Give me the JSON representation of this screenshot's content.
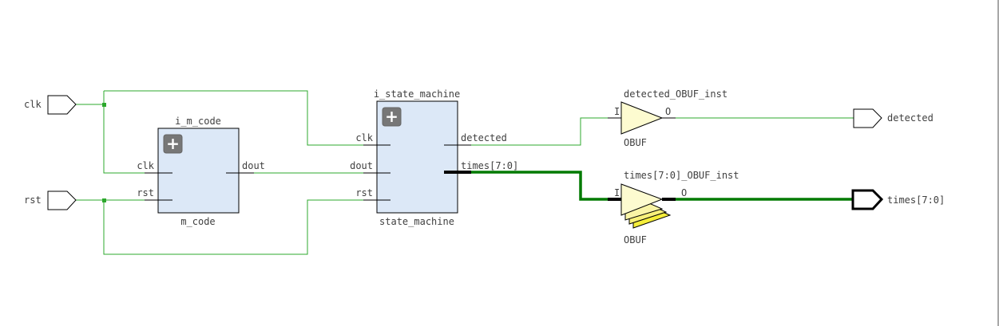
{
  "colors": {
    "background": "#ffffff",
    "net": "#2ca82c",
    "bus": "#007a00",
    "cell_fill": "#dce8f7",
    "buffer_fill": "#fdfbd0",
    "buffer_bus_fill": "#f5ee3a",
    "expand_button": "#777777",
    "text": "#404040"
  },
  "ports": {
    "inputs": [
      {
        "name": "clk"
      },
      {
        "name": "rst"
      }
    ],
    "outputs": [
      {
        "name": "detected"
      },
      {
        "name": "times[7:0]"
      }
    ]
  },
  "cells": {
    "m_code": {
      "instance": "i_m_code",
      "type": "m_code",
      "inputs": [
        "clk",
        "rst"
      ],
      "outputs": [
        "dout"
      ],
      "expand_glyph": "+"
    },
    "state_machine": {
      "instance": "i_state_machine",
      "type": "state_machine",
      "inputs": [
        "clk",
        "dout",
        "rst"
      ],
      "outputs": [
        "detected",
        "times[7:0]"
      ],
      "expand_glyph": "+"
    }
  },
  "buffers": {
    "detected": {
      "instance": "detected_OBUF_inst",
      "type": "OBUF",
      "in_pin": "I",
      "out_pin": "O"
    },
    "times": {
      "instance": "times[7:0]_OBUF_inst",
      "type": "OBUF",
      "in_pin": "I",
      "out_pin": "O"
    }
  }
}
